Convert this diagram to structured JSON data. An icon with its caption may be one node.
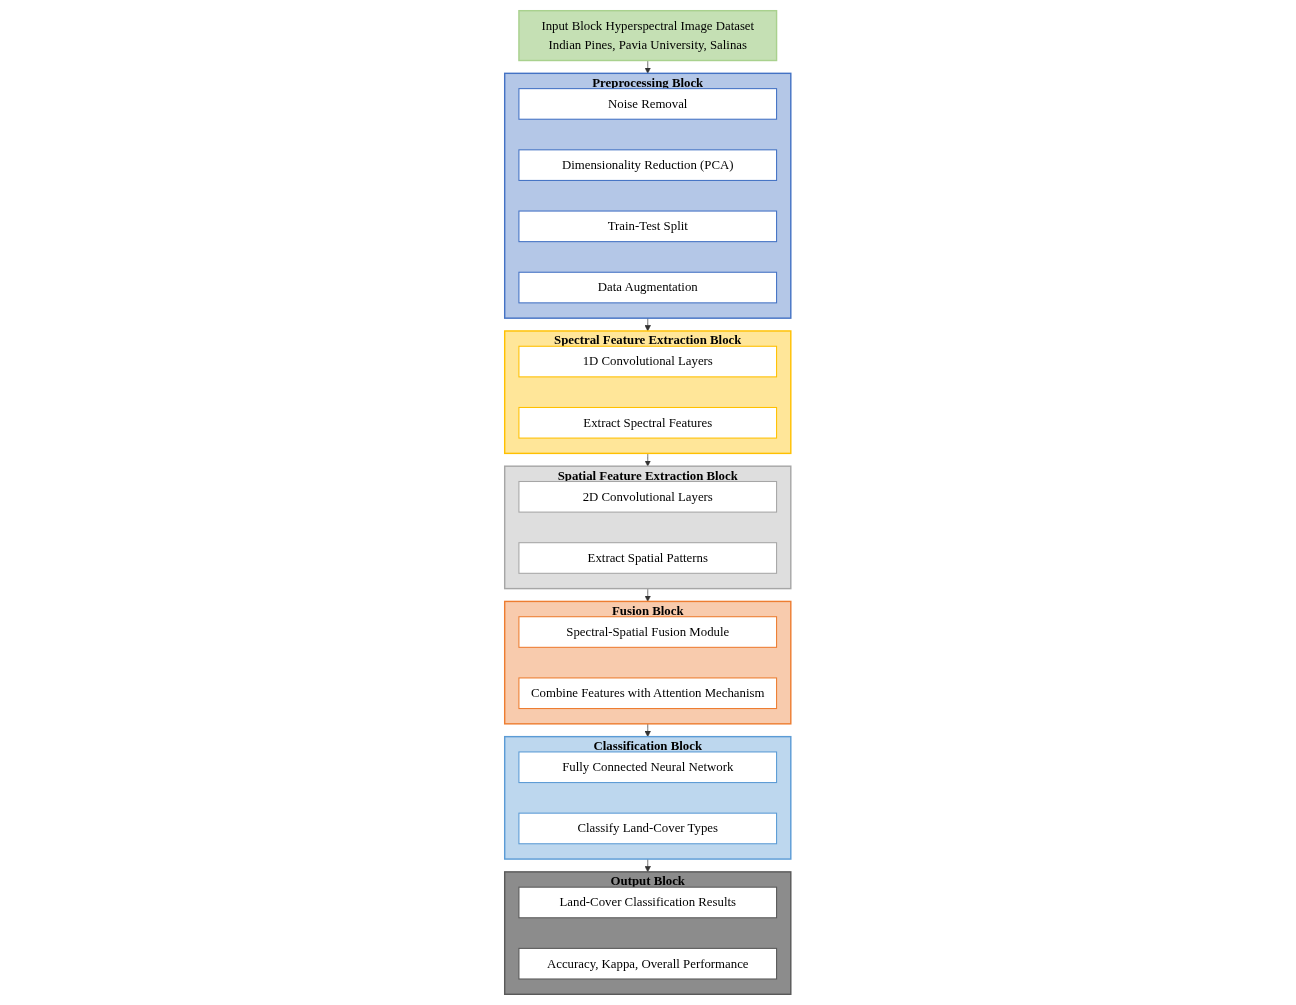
{
  "diagram": {
    "nodes": [
      {
        "text": [
          "Input Block Hyperspectral Image Dataset",
          "Indian Pines, Pavia University, Salinas"
        ]
      },
      {
        "text": [
          "Preprocessing Block"
        ]
      },
      {
        "text": [
          "Noise Removal"
        ],
        "in": 1
      },
      {
        "text": [
          "Dimensionality Reduction (PCA)"
        ],
        "in": 1
      },
      {
        "text": [
          "Train-Test Split"
        ],
        "in": 1
      },
      {
        "text": [
          "Data Augmentation"
        ],
        "in": 1
      },
      {
        "text": [
          "Spectral Feature Extraction Block"
        ]
      },
      {
        "text": [
          "1D Convolutional Layers"
        ],
        "in": 6
      },
      {
        "text": [
          "Extract Spectral Features"
        ],
        "in": 6
      },
      {
        "text": [
          "Spatial Feature Extraction Block"
        ]
      },
      {
        "text": [
          "2D Convolutional Layers"
        ],
        "in": 9
      },
      {
        "text": [
          "Extract Spatial Patterns"
        ],
        "in": 9
      },
      {
        "text": [
          "Fusion Block"
        ]
      },
      {
        "text": [
          "Spectral-Spatial Fusion Module"
        ],
        "in": 12
      },
      {
        "text": [
          "Combine Features with Attention Mechanism"
        ],
        "in": 12
      },
      {
        "text": [
          "Classification Block"
        ]
      },
      {
        "text": [
          "Fully Connected Neural Network"
        ],
        "in": 15
      },
      {
        "text": [
          "Classify Land-Cover Types"
        ],
        "in": 15
      },
      {
        "text": [
          "Output Block"
        ]
      },
      {
        "text": [
          "Land-Cover Classification Results"
        ],
        "in": 18
      },
      {
        "text": [
          "Accuracy, Kappa, Overall Performance"
        ],
        "in": 18
      }
    ],
    "edges": [
      {
        "from": 0,
        "to": 1,
        "arrow": "to"
      },
      {
        "from": 1,
        "to": 6,
        "arrow": "to"
      },
      {
        "from": 6,
        "to": 9,
        "arrow": "to"
      },
      {
        "from": 9,
        "to": 12,
        "arrow": "to"
      },
      {
        "from": 12,
        "to": 15,
        "arrow": "to"
      },
      {
        "from": 15,
        "to": 18,
        "arrow": "to"
      }
    ]
  }
}
